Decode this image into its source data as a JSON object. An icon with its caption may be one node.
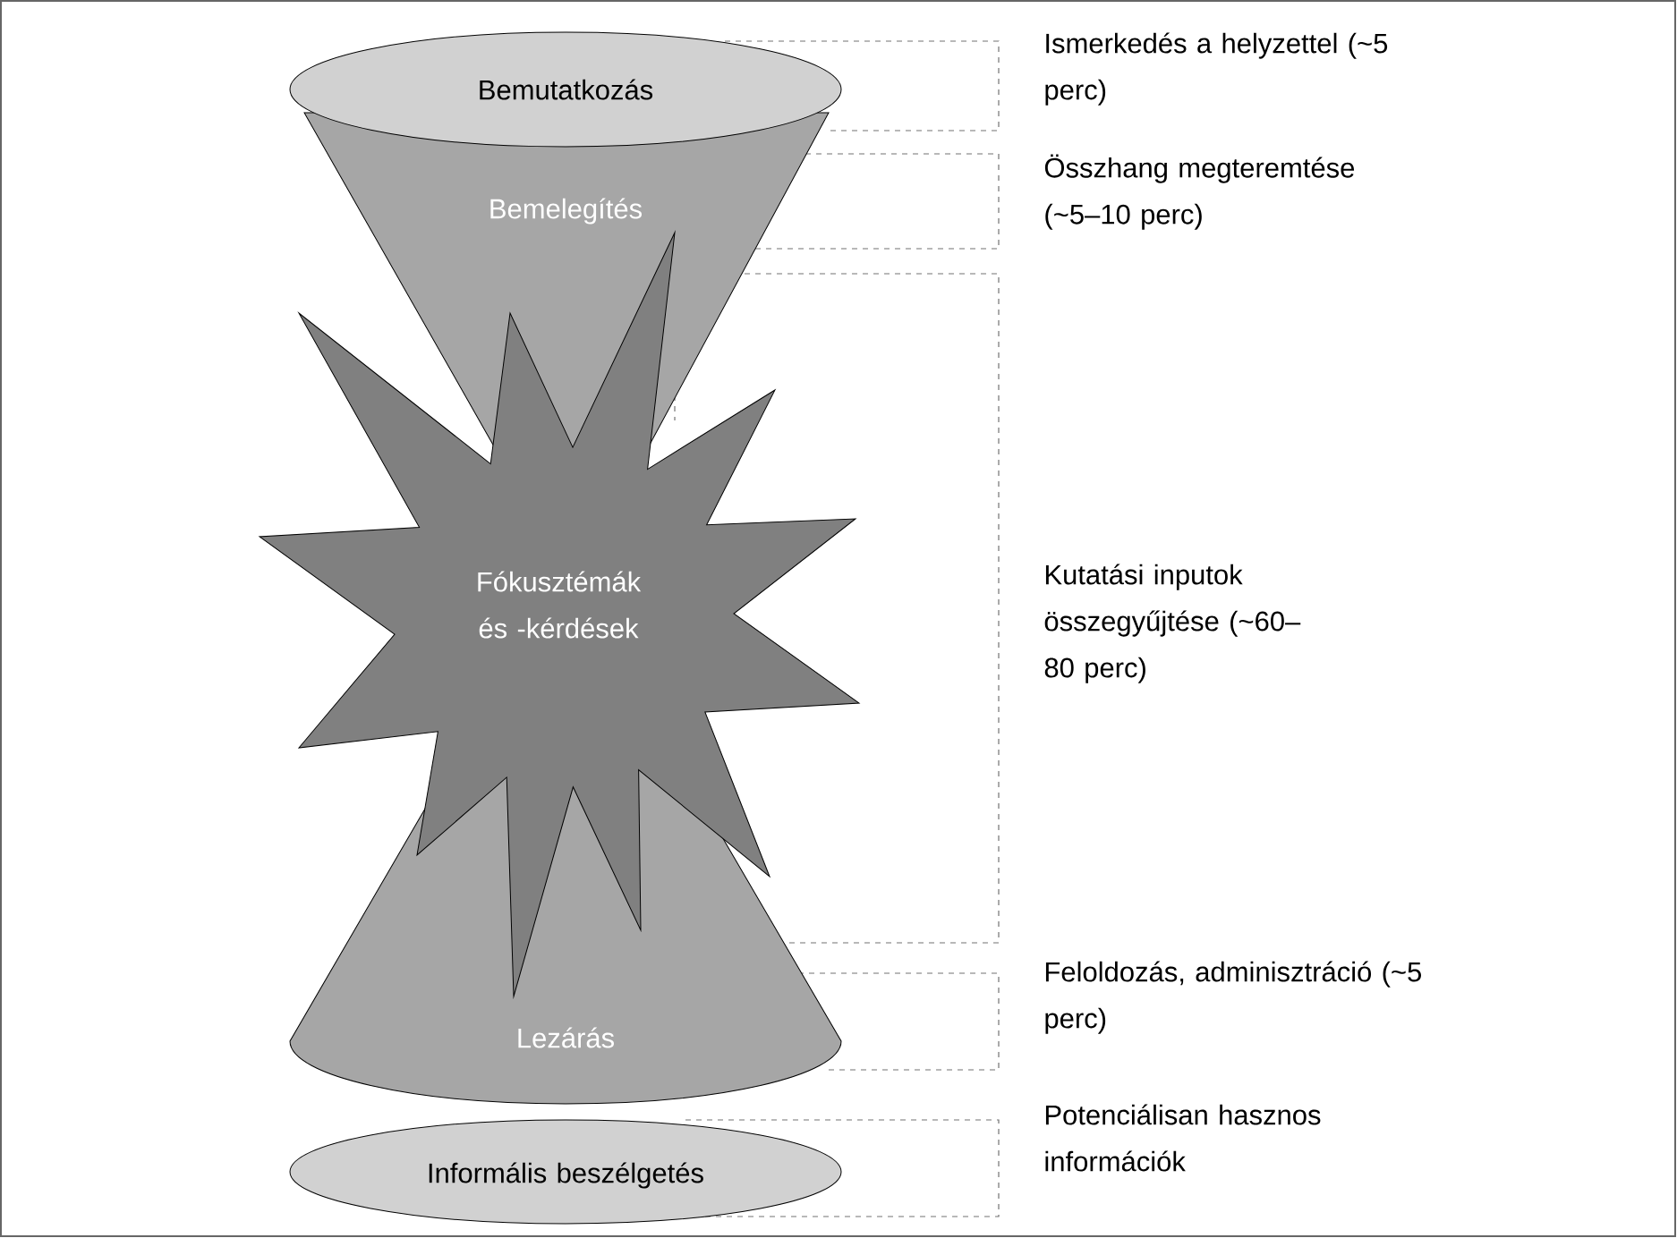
{
  "diagram": {
    "nodes": [
      {
        "text": [
          "Bemutatkozás"
        ]
      },
      {
        "text": [
          "Bemelegítés"
        ]
      },
      {
        "text": [
          "Fókusztémák és -kérdések"
        ]
      },
      {
        "text": [
          "Lezárás"
        ]
      },
      {
        "text": [
          "Informális beszélgetés"
        ]
      }
    ],
    "labels": [
      "Ismerkedés a helyzettel (~5 perc)",
      "Összhang megteremtése (~5–10 perc)",
      "Kutatási inputok összegyűjtése (~60–80 perc)",
      "Feloldozás, adminisztráció (~5 perc)",
      "Potenciálisan hasznos információk"
    ]
  }
}
